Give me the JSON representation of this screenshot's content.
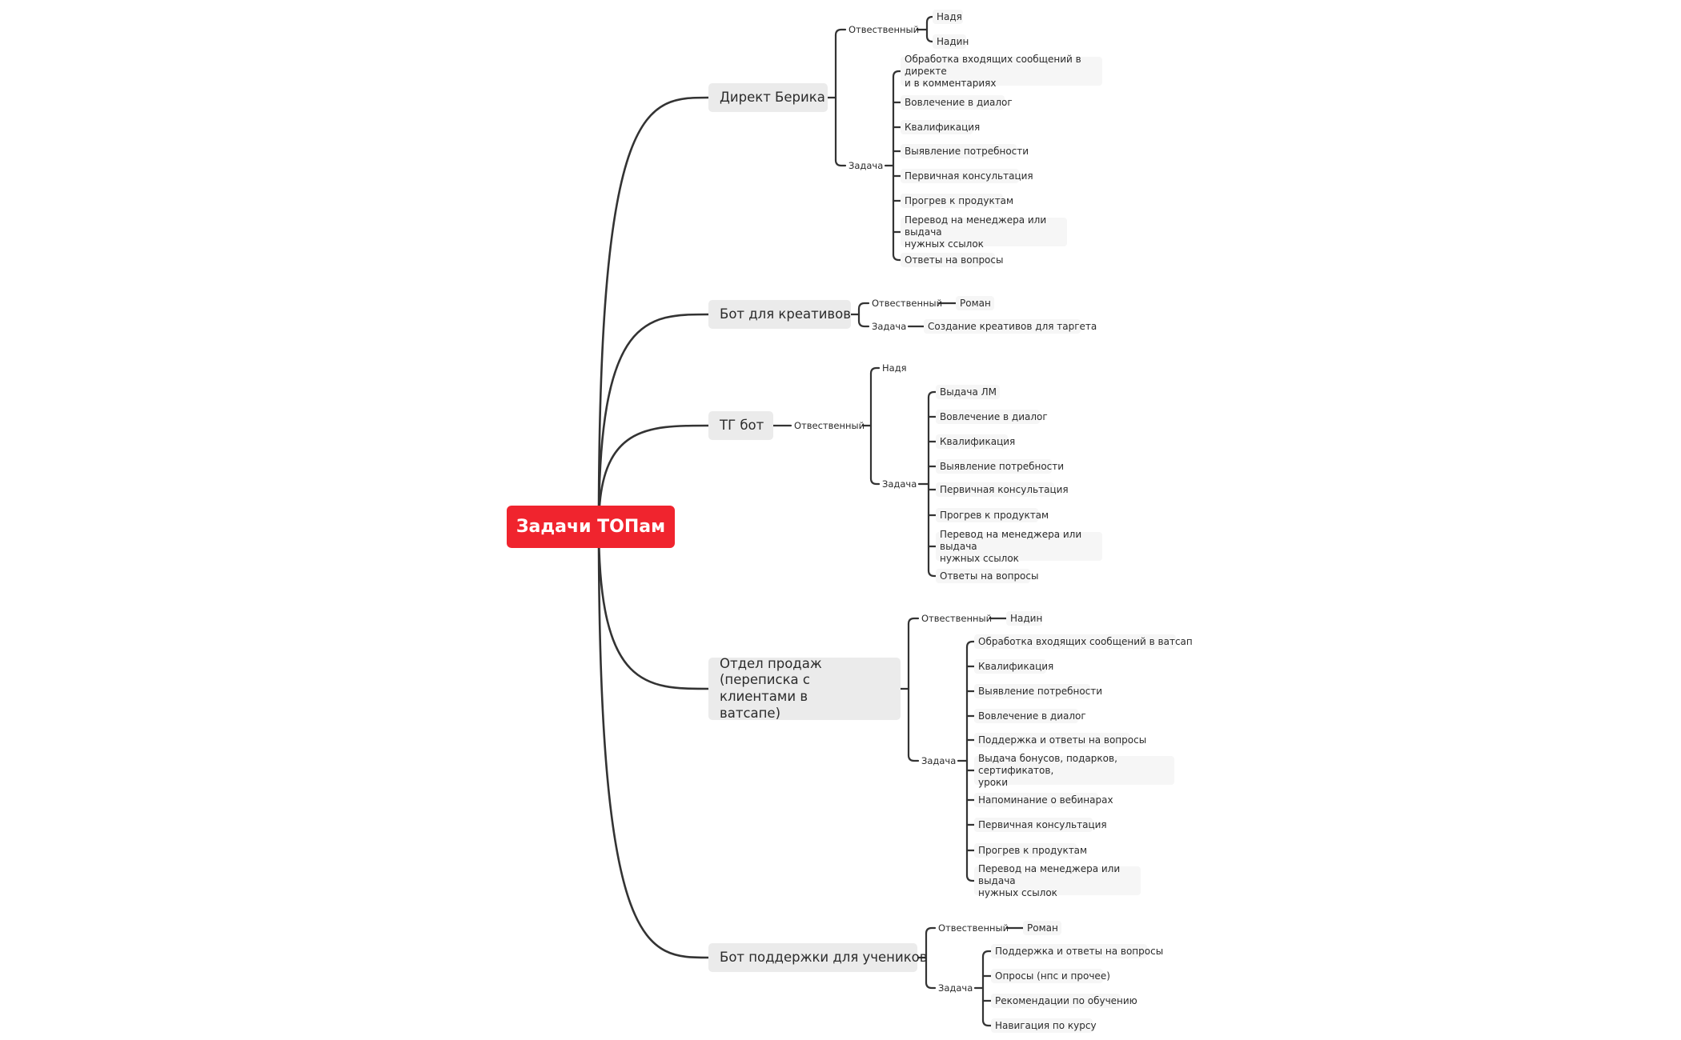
{
  "root": {
    "label": "Задачи ТОПам"
  },
  "branches": [
    {
      "title": "Директ Берика",
      "responsible_label": "Отвественный",
      "responsible": [
        "Надя",
        "Надин"
      ],
      "task_label": "Задача",
      "tasks": [
        "Обработка входящих сообщений в директе\nи в комментариях",
        "Вовлечение в диалог",
        "Квалификация",
        "Выявление потребности",
        "Первичная консультация",
        "Прогрев к продуктам",
        "Перевод на менеджера или выдача\nнужных ссылок",
        "Ответы на вопросы"
      ]
    },
    {
      "title": "Бот для креативов",
      "responsible_label": "Отвественный",
      "responsible": [
        "Роман"
      ],
      "task_label": "Задача",
      "tasks": [
        "Создание креативов для таргета"
      ]
    },
    {
      "title": "ТГ бот",
      "responsible_label": "Отвественный",
      "responsible": [
        "Надя"
      ],
      "task_label": "Задача",
      "tasks": [
        "Выдача ЛМ",
        "Вовлечение в диалог",
        "Квалификация",
        "Выявление потребности",
        "Первичная консультация",
        "Прогрев к продуктам",
        "Перевод на менеджера или выдача\nнужных ссылок",
        "Ответы на вопросы"
      ]
    },
    {
      "title": "Отдел продаж\n(переписка с клиентами в\nватсапе)",
      "responsible_label": "Отвественный",
      "responsible": [
        "Надин"
      ],
      "task_label": "Задача",
      "tasks": [
        "Обработка входящих сообщений в ватсап",
        "Квалификация",
        "Выявление потребности",
        "Вовлечение в диалог",
        "Поддержка и ответы на вопросы",
        "Выдача бонусов, подарков, сертификатов,\nуроки",
        "Напоминание о вебинарах",
        "Первичная консультация",
        "Прогрев к продуктам",
        "Перевод на менеджера или выдача\nнужных ссылок"
      ]
    },
    {
      "title": "Бот поддержки для учеников",
      "responsible_label": "Отвественный",
      "responsible": [
        "Роман"
      ],
      "task_label": "Задача",
      "tasks": [
        "Поддержка и ответы на вопросы",
        "Опросы (нпс и прочее)",
        "Рекомендации по обучению",
        "Навигация по курсу"
      ]
    }
  ],
  "colors": {
    "root_bg": "#f0242e",
    "line": "#333333",
    "main_bg": "#ebebeb",
    "leaf_bg": "#f6f6f6"
  }
}
